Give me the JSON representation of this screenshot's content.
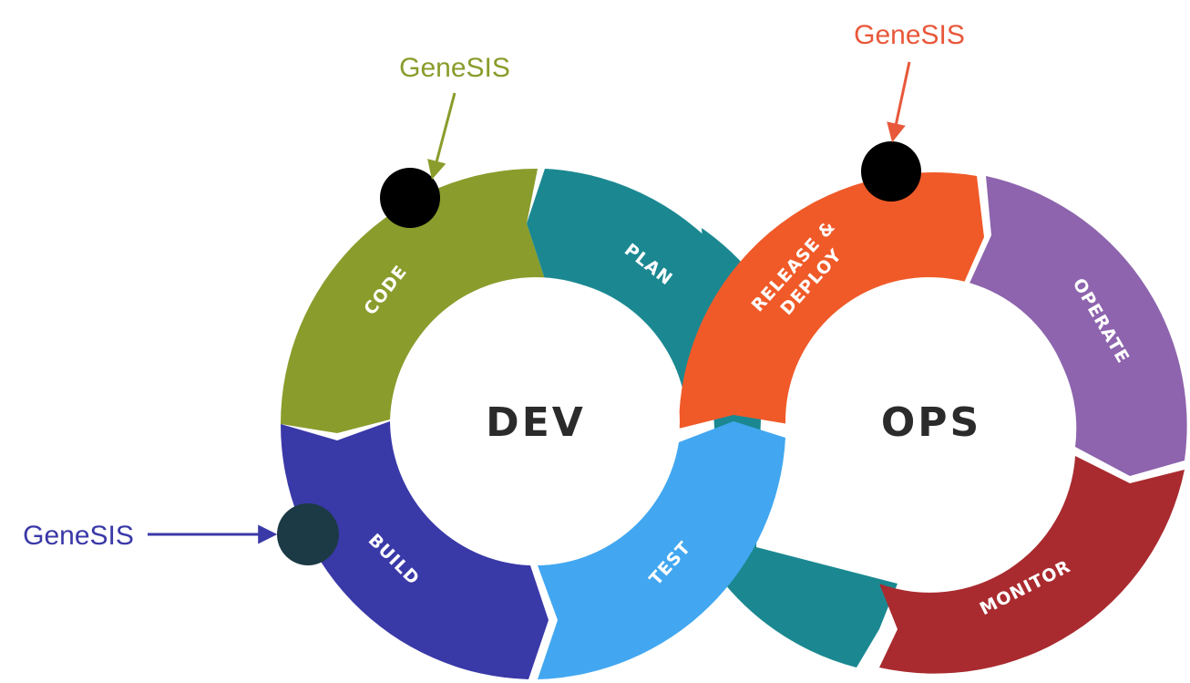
{
  "colors": {
    "code": "#8a9c2b",
    "plan": "#1b8891",
    "build": "#3a39a8",
    "test": "#42a7f0",
    "release": "#f05a28",
    "operate": "#8d64ad",
    "monitor": "#a92b2f",
    "ops_loop": "#1b8891",
    "callout_code": "#8a9c2b",
    "callout_release": "#e8583a",
    "callout_build": "#3a39a8",
    "marker_dark": "#000000",
    "marker_build": "#1c3a45"
  },
  "centers": {
    "dev": "DEV",
    "ops": "OPS"
  },
  "segments": {
    "code": "CODE",
    "plan": "PLAN",
    "build": "BUILD",
    "test": "TEST",
    "release_line1": "RELEASE &",
    "release_line2": "DEPLOY",
    "operate": "OPERATE",
    "monitor": "MONITOR"
  },
  "callouts": {
    "code": "GeneSIS",
    "release": "GeneSIS",
    "build": "GeneSIS"
  }
}
